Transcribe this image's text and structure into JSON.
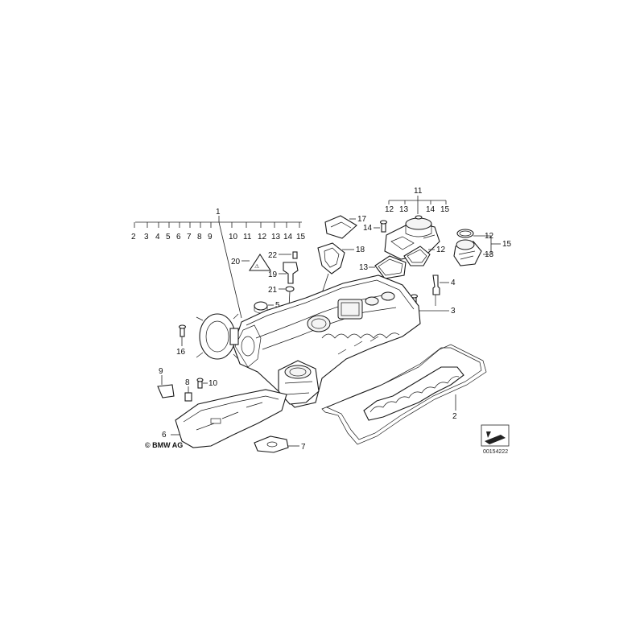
{
  "labels": {
    "l1": "1",
    "l2": "2",
    "l3": "3",
    "l4": "4",
    "l5": "5",
    "l6": "6",
    "l7": "7",
    "l8": "8",
    "l9": "9",
    "l10": "10",
    "l11": "11",
    "l12": "12",
    "l13": "13",
    "l14": "14",
    "l15": "15",
    "l16": "16",
    "l17": "17",
    "l18": "18",
    "l19": "19",
    "l20": "20",
    "l21": "21",
    "l22": "22",
    "group1_row": [
      "2",
      "3",
      "4",
      "5",
      "6",
      "7",
      "8",
      "9",
      "10",
      "11",
      "12",
      "13",
      "14",
      "15"
    ],
    "group11_row": [
      "12",
      "13",
      "14",
      "15"
    ],
    "group15_row": [
      "12",
      "13"
    ]
  },
  "copyright": "© BMW AG",
  "reference_number": "00154222",
  "colors": {
    "line": "#222222",
    "background": "#ffffff"
  }
}
